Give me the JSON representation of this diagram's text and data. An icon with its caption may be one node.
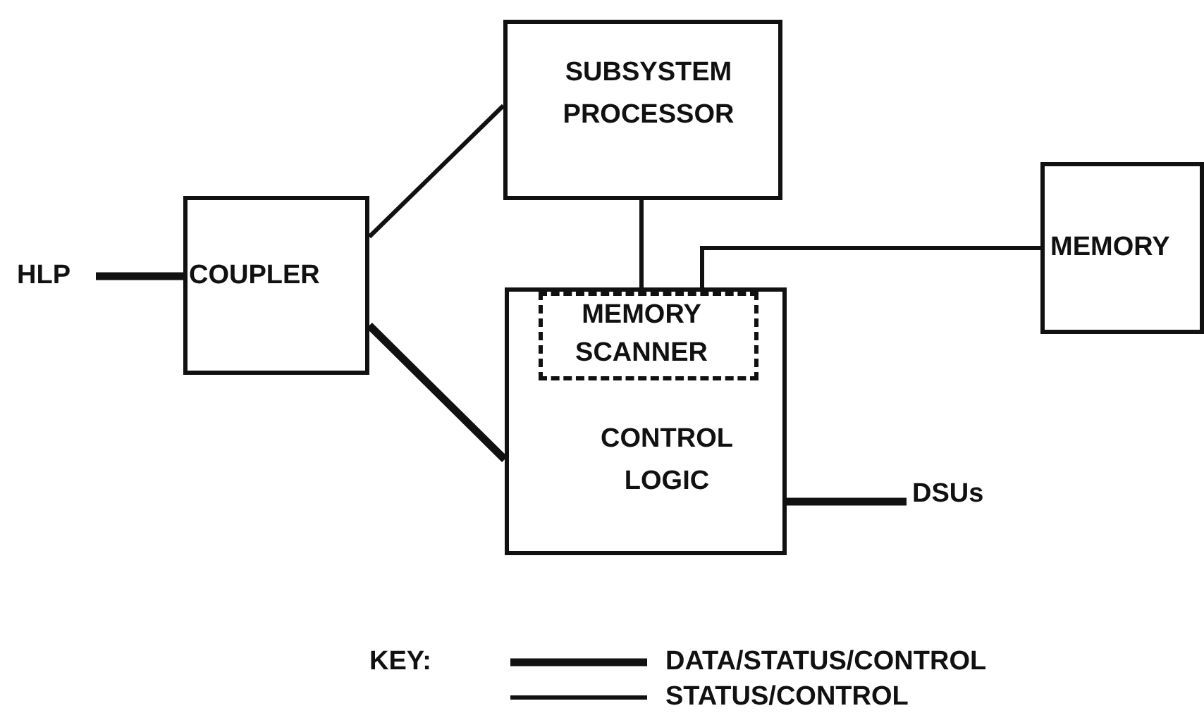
{
  "diagram": {
    "nodes": [
      {
        "text": [
          "HLP"
        ]
      },
      {
        "text": [
          "COUPLER"
        ]
      },
      {
        "text": [
          "SUBSYSTEM PROCESSOR"
        ]
      },
      {
        "text": [
          "CONTROL LOGIC"
        ]
      },
      {
        "text": [
          "MEMORY SCANNER"
        ],
        "in": 3
      },
      {
        "text": [
          "MEMORY"
        ]
      },
      {
        "text": [
          "DSUs"
        ]
      }
    ],
    "edges": [
      {
        "from": 0,
        "to": 1,
        "arrow": "none",
        "style": "thick"
      },
      {
        "from": 1,
        "to": 2,
        "arrow": "none"
      },
      {
        "from": 1,
        "to": 3,
        "arrow": "none",
        "style": "thick"
      },
      {
        "from": 2,
        "to": 3,
        "arrow": "none"
      },
      {
        "from": 4,
        "to": 5,
        "arrow": "none"
      },
      {
        "from": 3,
        "to": 6,
        "arrow": "none",
        "style": "thick"
      }
    ],
    "labels": [
      "KEY:"
    ],
    "legend": [
      {
        "text": "DATA/STATUS/CONTROL"
      },
      {
        "text": "STATUS/CONTROL"
      }
    ]
  }
}
